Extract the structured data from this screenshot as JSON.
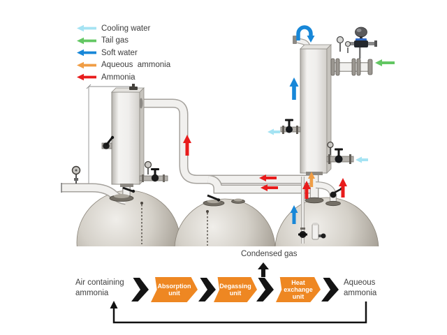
{
  "colors": {
    "cooling_water": "#a5e3f3",
    "tail_gas": "#63c763",
    "soft_water": "#1787d8",
    "aqueous_ammonia": "#f09d45",
    "ammonia": "#e81c1c",
    "flow_block_orange": "#ee8722",
    "flow_arrow_black": "#141414"
  },
  "legend": {
    "items": [
      {
        "label": "Cooling water",
        "color": "#a5e3f3"
      },
      {
        "label": "Tail gas",
        "color": "#63c763"
      },
      {
        "label": "Soft water",
        "color": "#1787d8"
      },
      {
        "label": "Aqueous  ammonia",
        "color": "#f09d45"
      },
      {
        "label": "Ammonia",
        "color": "#e81c1c"
      }
    ]
  },
  "flow": {
    "condensed_label": "Condensed gas",
    "input_label": "Air containing\nammonia",
    "units": [
      {
        "label": "Absorption\nunit"
      },
      {
        "label": "Degassing\nunit"
      },
      {
        "label": "Heat\nexchange\nunit"
      }
    ],
    "output_label": "Aqueous\nammonia"
  }
}
